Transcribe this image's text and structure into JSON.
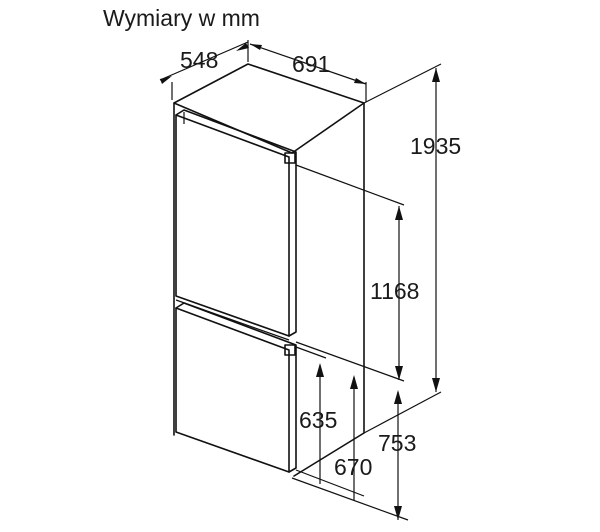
{
  "title": "Wymiary w mm",
  "dimensions": {
    "width": "691",
    "depth": "548",
    "height": "1935",
    "upper_door_height": "1168",
    "door_gap_a": "635",
    "door_gap_b": "670",
    "lower_section": "753"
  }
}
